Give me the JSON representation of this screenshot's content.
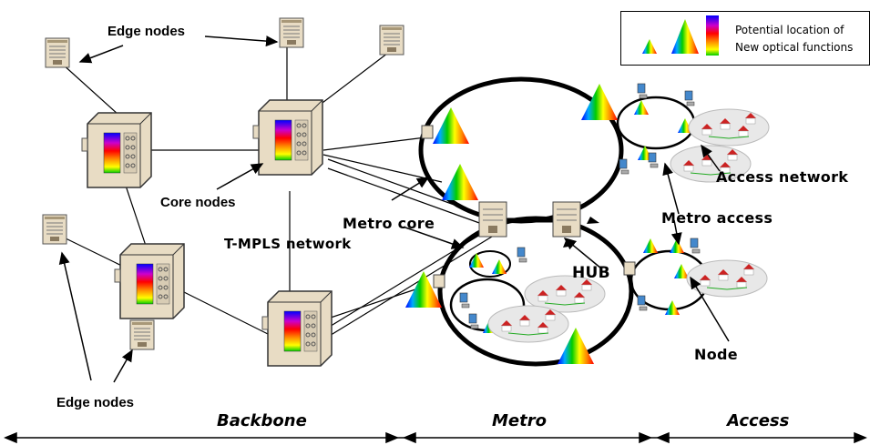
{
  "labels": {
    "edge_nodes_top": "Edge nodes",
    "edge_nodes_bottom": "Edge nodes",
    "core_nodes": "Core nodes",
    "tmpls_network": "T-MPLS network",
    "metro_core": "Metro core",
    "metro_access": "Metro access",
    "access_network": "Access network",
    "hub": "HUB",
    "node": "Node"
  },
  "legend": {
    "line1": "Potential location of",
    "line2": "New optical functions"
  },
  "sections": {
    "backbone": "Backbone",
    "metro": "Metro",
    "access": "Access"
  },
  "colors": {
    "rainbow": [
      "#ff0000",
      "#ff8800",
      "#ffff00",
      "#00cc00",
      "#0000ff",
      "#cc00cc"
    ],
    "box": "#e8dcc4",
    "ring": "#000000"
  },
  "icons": {
    "server": "server-icon",
    "prism": "optical-prism-icon",
    "house": "house-icon"
  }
}
